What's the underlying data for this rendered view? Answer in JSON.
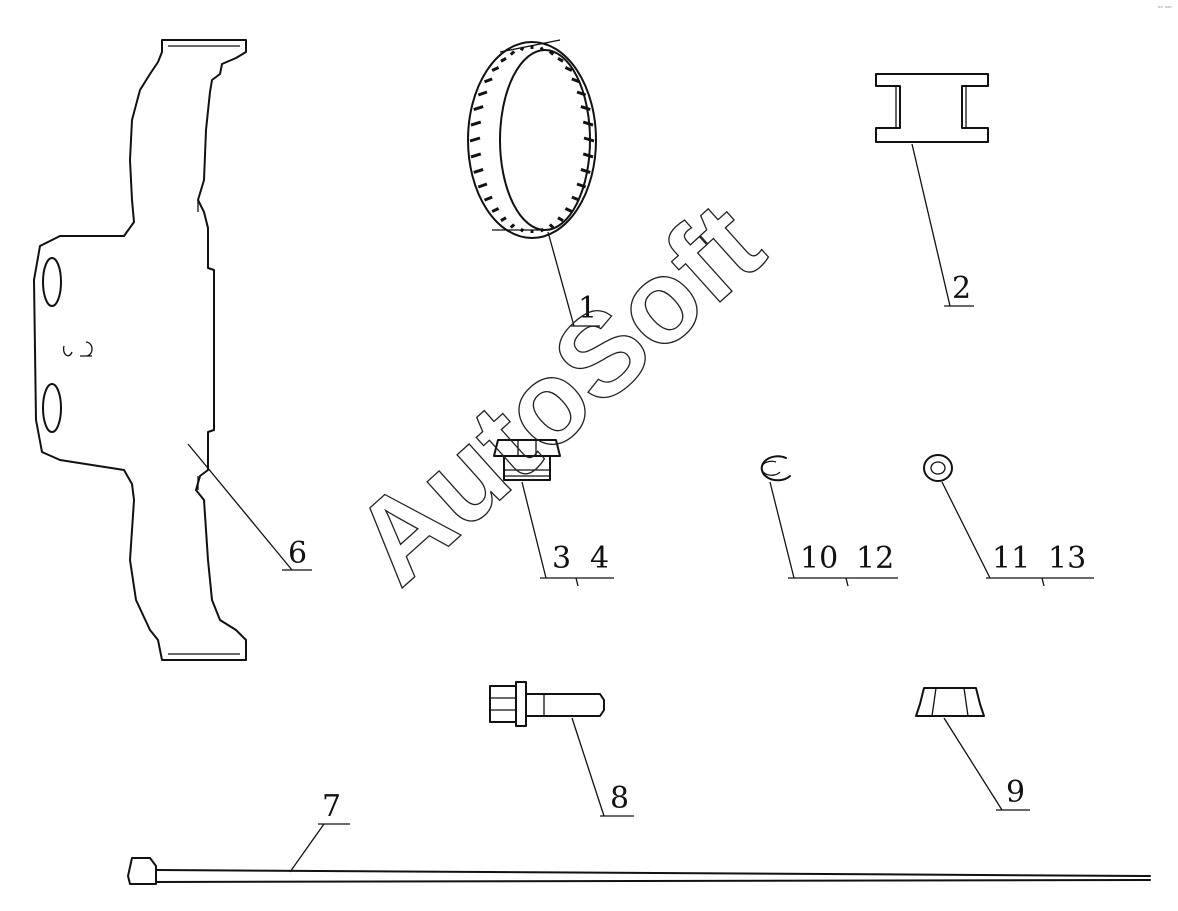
{
  "watermark": "AutoSoft",
  "corner_mark": "ᵃᵃ ᵃᵃᵃ",
  "callouts": {
    "p1": "1",
    "p2": "2",
    "p3": "3",
    "p4": "4",
    "p6": "6",
    "p7": "7",
    "p8": "8",
    "p9": "9",
    "p10": "10",
    "p11": "11",
    "p12": "12",
    "p13": "13"
  }
}
